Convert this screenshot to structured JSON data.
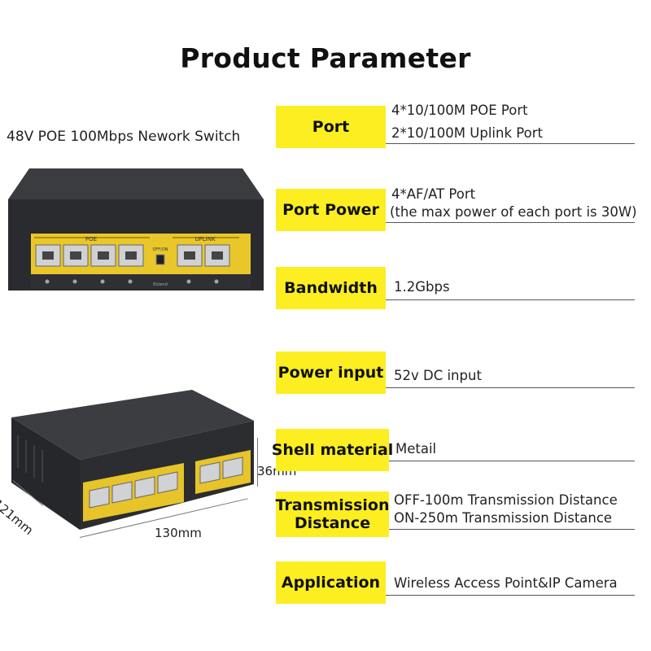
{
  "title": "Product Parameter",
  "product_caption": "48V POE 100Mbps Nework Switch",
  "device_labels": {
    "poe": "POE",
    "uplink": "UPLINK",
    "switch_label": "OFF/ON",
    "switch_sub": "Extend"
  },
  "dimensions": {
    "depth": "121mm",
    "width": "130mm",
    "height": "36mm"
  },
  "params": [
    {
      "label": "Port",
      "lines": [
        "4*10/100M POE Port",
        "2*10/100M Uplink Port"
      ]
    },
    {
      "label": "Port Power",
      "lines": [
        "4*AF/AT Port",
        "(the max power of each port is 30W)"
      ]
    },
    {
      "label": "Bandwidth",
      "lines": [
        "1.2Gbps"
      ]
    },
    {
      "label": "Power input",
      "lines": [
        "52v DC input"
      ]
    },
    {
      "label": "Shell material",
      "lines": [
        "Metail"
      ]
    },
    {
      "label_lines": [
        "Transmission",
        "Distance"
      ],
      "lines": [
        "OFF-100m Transmission Distance",
        "ON-250m Transmission Distance"
      ]
    },
    {
      "label": "Application",
      "lines": [
        "Wireless Access Point&IP Camera"
      ]
    }
  ]
}
